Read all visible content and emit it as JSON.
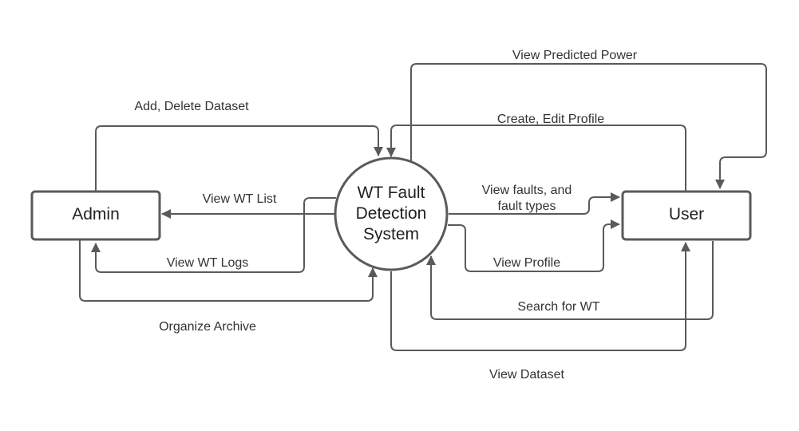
{
  "nodes": {
    "admin": {
      "label": "Admin"
    },
    "user": {
      "label": "User"
    },
    "system": {
      "label_lines": [
        "WT Fault",
        "Detection",
        "System"
      ]
    }
  },
  "flows": {
    "add_delete_dataset": "Add, Delete Dataset",
    "view_wt_list": "View WT List",
    "view_wt_logs": "View WT Logs",
    "organize_archive": "Organize Archive",
    "view_predicted_power": "View Predicted Power",
    "create_edit_profile": "Create, Edit Profile",
    "view_faults": [
      "View faults, and",
      "fault types"
    ],
    "view_profile": "View Profile",
    "search_for_wt": "Search for WT",
    "view_dataset": "View Dataset"
  },
  "colors": {
    "line": "#5a5a5a",
    "text": "#333333"
  }
}
